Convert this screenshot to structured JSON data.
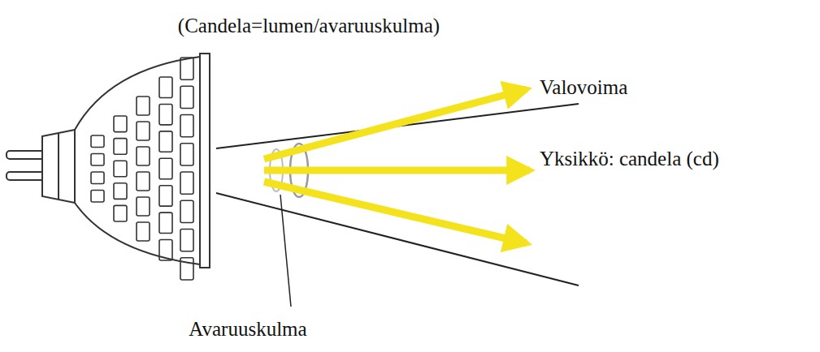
{
  "diagram": {
    "title": "(Candela=lumen/avaruuskulma)",
    "labels": [
      "Valovoima",
      "Yksikkö: candela (cd)",
      "Avaruuskulma"
    ]
  }
}
